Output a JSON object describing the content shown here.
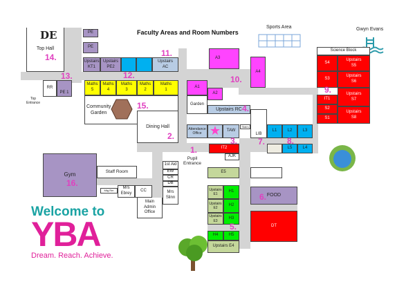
{
  "title": "Faculty Areas and Room Numbers",
  "landmarks": {
    "sports": "Sports Area",
    "gwyn": "Gwyn Evans",
    "top_hall": "Top Hall",
    "top_entrance": "Top\nEntrance",
    "community_garden": "Community\nGarden",
    "dining_hall": "Dining Hall",
    "garden": "Garden",
    "pupil_entrance": "Pupil\nEntrance",
    "staff_room": "Staff Room",
    "main_admin": "Main\nAdmin\nOffice",
    "science_block": "Science Block",
    "gym": "Gym",
    "lib": "LIB",
    "logo_de": "DE"
  },
  "rooms": {
    "pe_a": "PE",
    "pe_b": "PE",
    "kt1": "Upstairs\nKT1",
    "pe2": "Upstairs\nPE2",
    "ac": "Upstairs\nAC",
    "rr": "RR",
    "pe1": "PE 1",
    "m5": "Maths\n5",
    "m4": "Maths\n4",
    "m3": "Maths\n3",
    "m2": "Maths\n2",
    "m1": "Maths\n1",
    "a1": "A1",
    "a2": "A2",
    "a3": "A3",
    "a4": "A4",
    "rc": "Upstairs RC",
    "att": "Attendance\nOffice",
    "taw": "TAW",
    "stairs": "Stairs",
    "l1": "L1",
    "l2": "L2",
    "l3": "L3",
    "l4": "L4",
    "l5": "L5",
    "it2": "IT2",
    "ajk": "AJK",
    "s4": "S4",
    "s5": "Upstairs\nS5",
    "s3": "S3",
    "s6": "Upstairs\nS6",
    "it1": "IT1",
    "s2": "S2",
    "s1": "S1",
    "s7": "Upstairs\nS7",
    "s8": "Upstairs\nS8",
    "e5": "E5",
    "e1": "Upstairs\nE1",
    "e2": "Upstairs\nE2",
    "e3": "Upstairs\nE3",
    "h1": "H1",
    "h2": "H2",
    "h3": "H3",
    "h4": "H4",
    "h5": "H5",
    "e4": "Upstairs  E4",
    "food": "FOOD",
    "dt": "DT",
    "firstaid": "1st Aid",
    "ew": "EW",
    "cr": "CR",
    "db": "DB",
    "slinn": "Mrs\nSlinn",
    "mtg": "Mtg Rm",
    "ebrey": "Mrs\nEbrey",
    "cc": "CC"
  },
  "numbers": [
    "1.",
    "2.",
    "3.",
    "4.",
    "5.",
    "6.",
    "7.",
    "8.",
    "9.",
    "10.",
    "11.",
    "12.",
    "13.",
    "14.",
    "15.",
    "16."
  ],
  "logo": {
    "welcome": "Welcome to",
    "yba": "YBA",
    "tagline": "Dream. Reach. Achieve."
  }
}
